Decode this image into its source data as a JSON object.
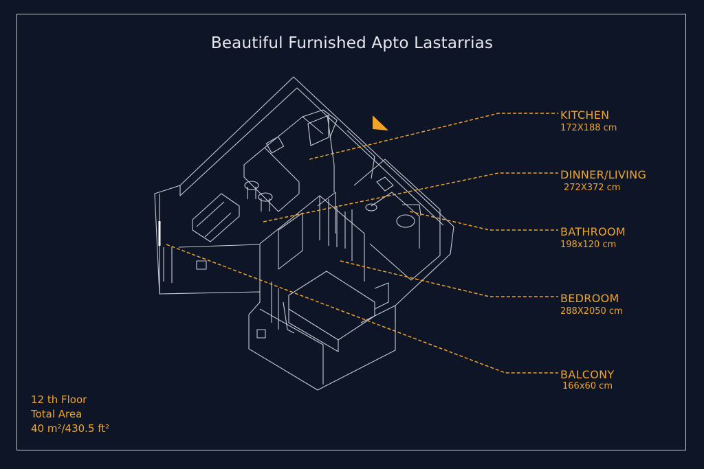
{
  "title": "Beautiful Furnished Apto Lastarrias",
  "rooms": [
    {
      "name": "KITCHEN",
      "dims": "172X188 cm"
    },
    {
      "name": "DINNER/LIVING",
      "dims": "272X372 cm"
    },
    {
      "name": "BATHROOM",
      "dims": "198x120 cm"
    },
    {
      "name": "BEDROOM",
      "dims": "288X2050 cm"
    },
    {
      "name": "BALCONY",
      "dims": "166x60 cm"
    }
  ],
  "info": {
    "floor": "12 th Floor",
    "area_label": "Total Area",
    "area_value": "40 m²/430.5 ft²"
  },
  "colors": {
    "background": "#0e1526",
    "accent": "#f0a52a",
    "line": "#c9ccd3"
  },
  "icons": [
    "north-arrow-icon"
  ]
}
